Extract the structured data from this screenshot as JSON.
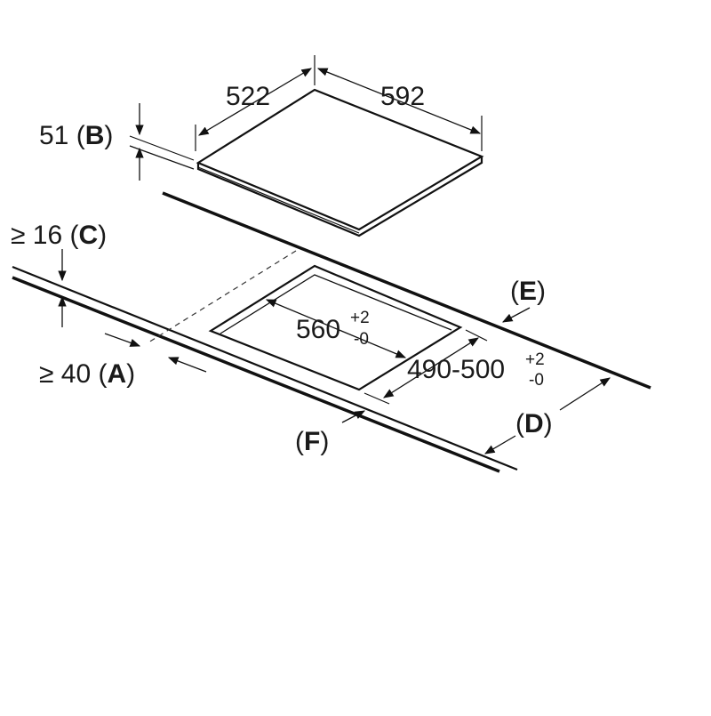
{
  "dimensions": {
    "hob_depth": "522",
    "hob_width": "592",
    "thickness_value": "51",
    "thickness_ref": "B",
    "front_min_value": "≥ 40",
    "front_min_ref": "A",
    "worktop_min_value": "≥ 16",
    "worktop_min_ref": "C",
    "cutout_width_value": "560",
    "cutout_width_tol_plus": "+2",
    "cutout_width_tol_minus": "-0",
    "cutout_depth_value": "490-500",
    "cutout_depth_tol_plus": "+2",
    "cutout_depth_tol_minus": "-0",
    "rear_ref": "E",
    "worktop_depth_ref": "D",
    "front_edge_ref": "F"
  }
}
